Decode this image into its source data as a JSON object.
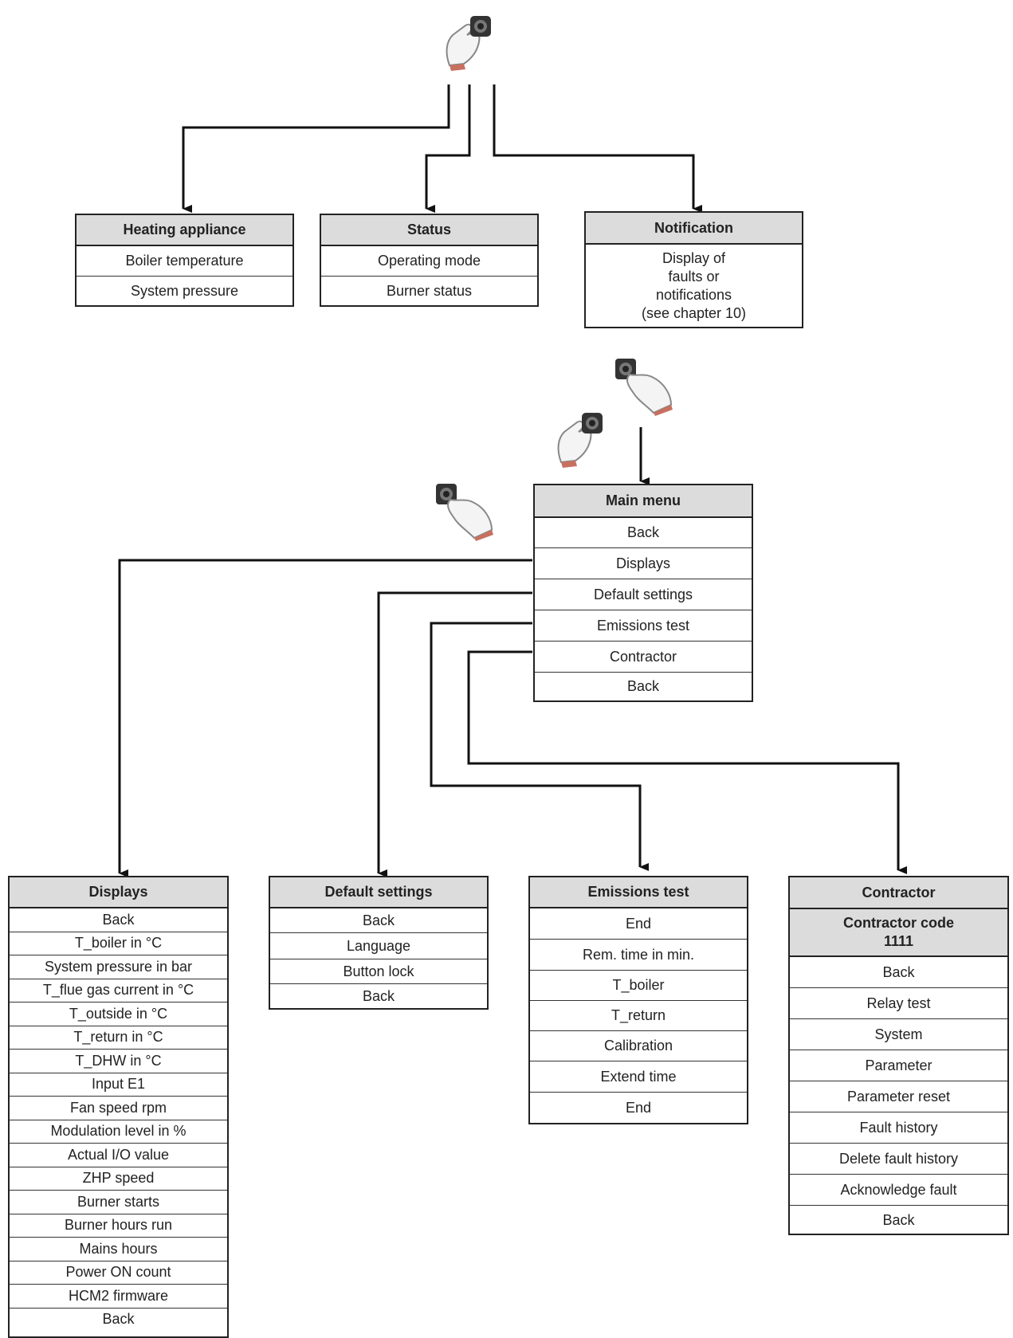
{
  "top": {
    "heating_appliance": {
      "title": "Heating appliance",
      "rows": [
        "Boiler temperature",
        "System pressure"
      ]
    },
    "status": {
      "title": "Status",
      "rows": [
        "Operating mode",
        "Burner status"
      ]
    },
    "notification": {
      "title": "Notification",
      "lines": [
        "Display of",
        "faults or",
        "notifications",
        "(see chapter 10)"
      ]
    }
  },
  "main_menu": {
    "title": "Main menu",
    "items": [
      "Back",
      "Displays",
      "Default settings",
      "Emissions test",
      "Contractor",
      "Back"
    ]
  },
  "displays": {
    "title": "Displays",
    "items": [
      "Back",
      "T_boiler in °C",
      "System pressure in bar",
      "T_flue gas current in °C",
      "T_outside in °C",
      "T_return in °C",
      "T_DHW in °C",
      "Input E1",
      "Fan speed rpm",
      "Modulation level in %",
      "Actual I/O value",
      "ZHP speed",
      "Burner starts",
      "Burner hours run",
      "Mains hours",
      "Power ON count",
      "HCM2 firmware",
      "Back"
    ]
  },
  "default_settings": {
    "title": "Default settings",
    "items": [
      "Back",
      "Language",
      "Button lock",
      "Back"
    ]
  },
  "emissions_test": {
    "title": "Emissions test",
    "items": [
      "End",
      "Rem. time in min.",
      "T_boiler",
      "T_return",
      "Calibration",
      "Extend time",
      "End"
    ]
  },
  "contractor": {
    "title": "Contractor",
    "code_label": "Contractor code",
    "code_value": "1111",
    "items": [
      "Back",
      "Relay test",
      "System",
      "Parameter",
      "Parameter reset",
      "Fault history",
      "Delete fault history",
      "Acknowledge fault",
      "Back"
    ]
  }
}
